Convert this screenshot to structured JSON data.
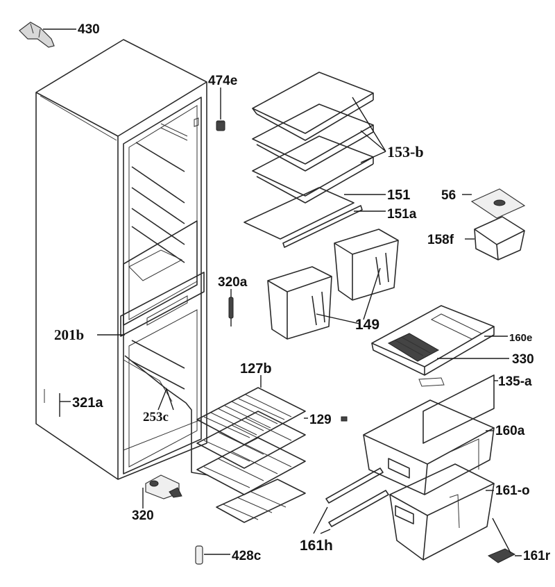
{
  "labels": {
    "l430": "430",
    "l474e": "474e",
    "l153b": "153-b",
    "l151": "151",
    "l151a": "151a",
    "l56": "56",
    "l158f": "158f",
    "l320a": "320a",
    "l149": "149",
    "l201b": "201b",
    "l160e": "160e",
    "l330": "330",
    "l127b": "127b",
    "l135a": "135-a",
    "l321a": "321a",
    "l253c": "253c",
    "l129": "129",
    "l160a": "160a",
    "l161o": "161-o",
    "l320": "320",
    "l161h": "161h",
    "l428c": "428c",
    "l161r": "161r"
  }
}
